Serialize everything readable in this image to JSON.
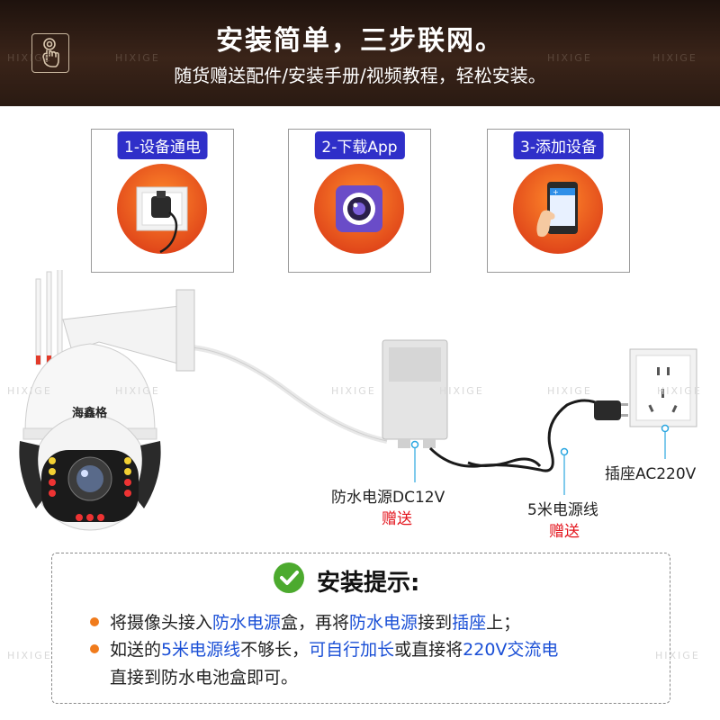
{
  "header": {
    "title": "安装简单，三步联网。",
    "subtitle": "随货赠送配件/安装手册/视频教程，轻松安装。",
    "icon": "hand-touch-icon",
    "bg_color": "#2a1a12"
  },
  "watermark": "HIXIGE",
  "steps": [
    {
      "label": "1-设备通电",
      "icon": "wall-plug-icon"
    },
    {
      "label": "2-下载App",
      "icon": "camera-app-icon"
    },
    {
      "label": "3-添加设备",
      "icon": "phone-in-hand-icon"
    }
  ],
  "camera": {
    "brand": "海鑫格"
  },
  "captions": {
    "power_box": "防水电源DC12V",
    "power_box_gift": "赠送",
    "cable": "5米电源线",
    "cable_gift": "赠送",
    "socket": "插座AC220V"
  },
  "tips": {
    "title": "安装提示:",
    "line1": [
      "将摄像头接入",
      "防水电源",
      "盒，再将",
      "防水电源",
      "接到",
      "插座",
      "上；"
    ],
    "line2": [
      "如送的",
      "5米电源线",
      "不够长，",
      "可自行加长",
      "或直接将",
      "220V交流电"
    ],
    "line3": "直接到防水电池盒即可。"
  },
  "colors": {
    "step_label_bg": "#2f2fc9",
    "step_circle": "#e0461a",
    "gift_text": "#e3141c",
    "highlight_text": "#1a4fd6",
    "check_green": "#4caa2e",
    "bullet_orange": "#f07b1c"
  }
}
